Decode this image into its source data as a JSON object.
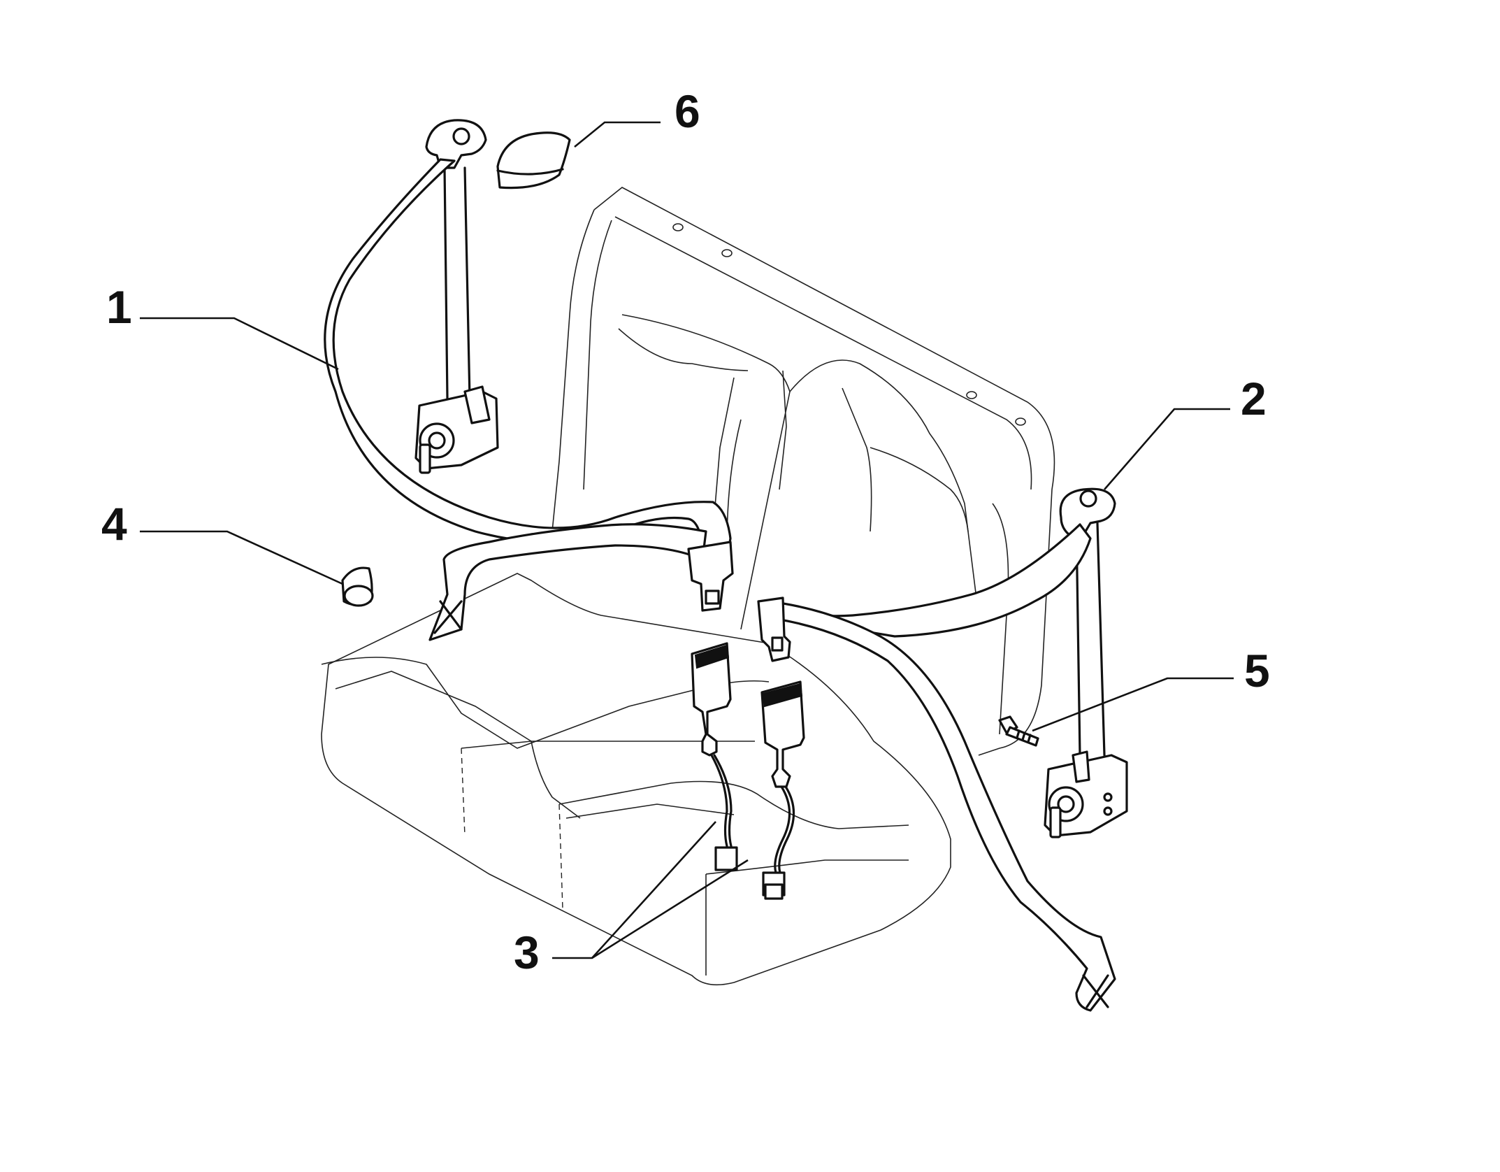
{
  "diagram": {
    "colors": {
      "line": "#111111",
      "seat_line": "#222222",
      "background": "#ffffff"
    },
    "callouts": [
      {
        "id": "1",
        "label": "1"
      },
      {
        "id": "2",
        "label": "2"
      },
      {
        "id": "3",
        "label": "3"
      },
      {
        "id": "4",
        "label": "4"
      },
      {
        "id": "5",
        "label": "5"
      },
      {
        "id": "6",
        "label": "6"
      }
    ]
  }
}
